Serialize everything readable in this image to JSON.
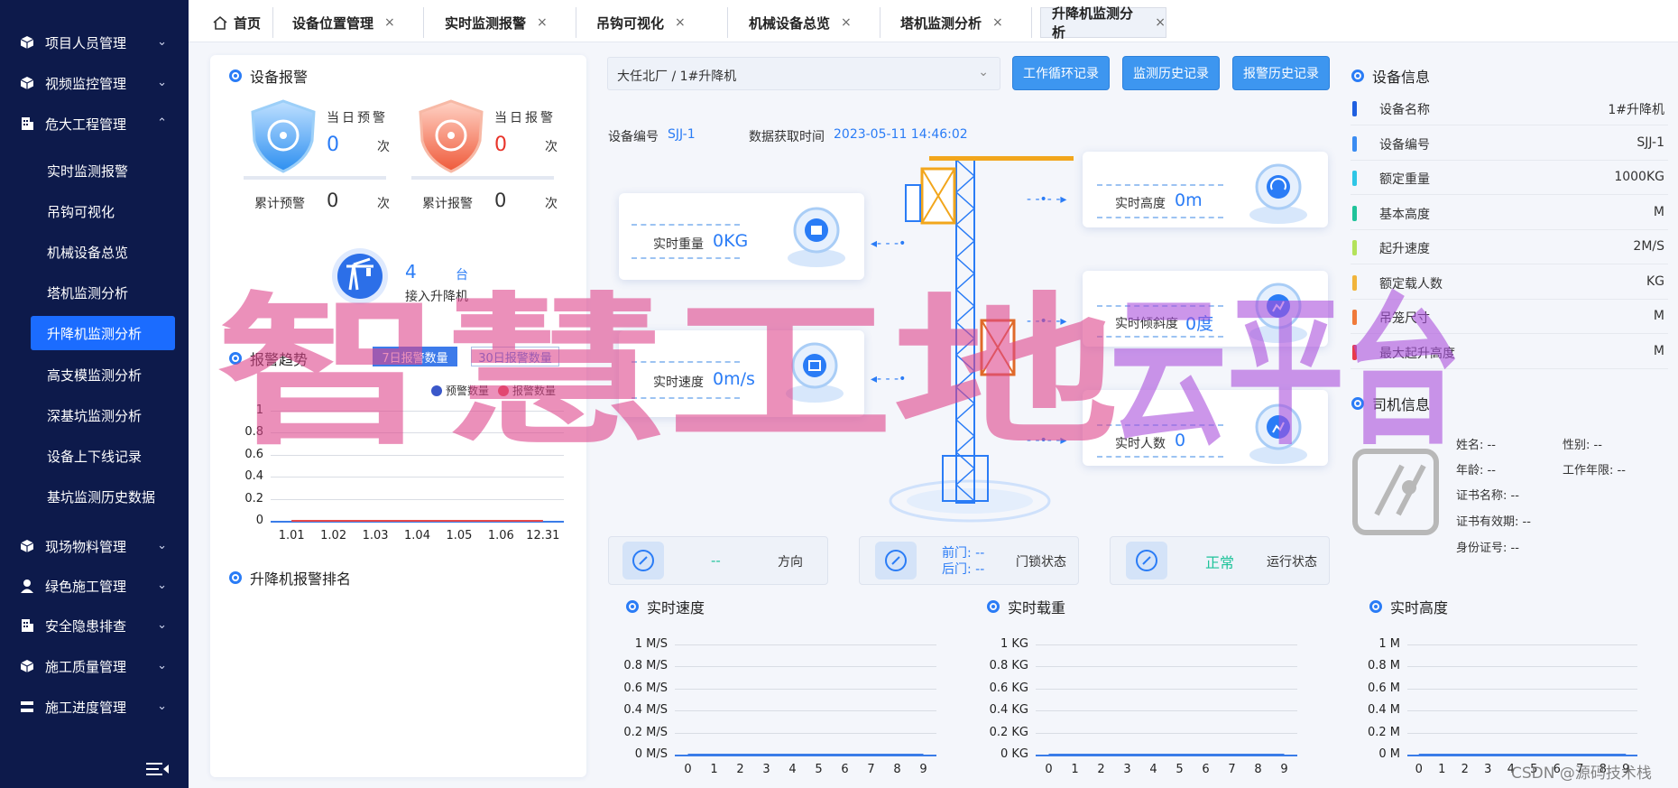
{
  "sidebar": {
    "groups": [
      {
        "label": "项目人员管理",
        "icon": "cube-icon",
        "chevron": "⌄"
      },
      {
        "label": "视频监控管理",
        "icon": "cube-icon",
        "chevron": "⌄"
      },
      {
        "label": "危大工程管理",
        "icon": "building-icon",
        "chevron": "⌃"
      },
      {
        "label": "现场物料管理",
        "icon": "cube-icon",
        "chevron": "⌄"
      },
      {
        "label": "绿色施工管理",
        "icon": "person-icon",
        "chevron": "⌄"
      },
      {
        "label": "安全隐患排查",
        "icon": "building-icon",
        "chevron": "⌄"
      },
      {
        "label": "施工质量管理",
        "icon": "cube-icon",
        "chevron": "⌄"
      },
      {
        "label": "施工进度管理",
        "icon": "list-icon",
        "chevron": "⌄"
      }
    ],
    "subitems": [
      "实时监测报警",
      "吊钩可视化",
      "机械设备总览",
      "塔机监测分析",
      "升降机监测分析",
      "高支模监测分析",
      "深基坑监测分析",
      "设备上下线记录",
      "基坑监测历史数据"
    ],
    "active_sub": "升降机监测分析",
    "collapse_icon": "menu-collapse-icon"
  },
  "tabs": [
    {
      "label": "首页",
      "closable": false,
      "icon": "home-icon"
    },
    {
      "label": "设备位置管理",
      "closable": true
    },
    {
      "label": "实时监测报警",
      "closable": true
    },
    {
      "label": "吊钩可视化",
      "closable": true
    },
    {
      "label": "机械设备总览",
      "closable": true
    },
    {
      "label": "塔机监测分析",
      "closable": true
    },
    {
      "label": "升降机监测分析",
      "closable": true
    }
  ],
  "tab_close": "×",
  "alarm": {
    "title": "设备报警",
    "today_warning_label": "当日预警",
    "today_warning_value": "0",
    "today_alarm_label": "当日报警",
    "today_alarm_value": "0",
    "total_warning_label": "累计预警",
    "total_warning_value": "0",
    "total_alarm_label": "累计报警",
    "total_alarm_value": "0",
    "unit": "次",
    "connected_value": "4",
    "connected_unit": "台",
    "connected_label": "接入升降机"
  },
  "trend": {
    "title": "报警趋势",
    "btn7": "7日报警数量",
    "btn30": "30日报警数量",
    "legend": [
      {
        "name": "预警数量",
        "color": "#3a57c9"
      },
      {
        "name": "报警数量",
        "color": "#e84a4a"
      }
    ]
  },
  "trend_chart": {
    "type": "line",
    "categories": [
      "1.01",
      "1.02",
      "1.03",
      "1.04",
      "1.05",
      "1.06",
      "12.31"
    ],
    "yticks": [
      "1",
      "0.8",
      "0.6",
      "0.4",
      "0.2",
      "0"
    ],
    "ylim": [
      0,
      1
    ],
    "series": [
      {
        "name": "预警数量",
        "values": [
          0,
          0,
          0,
          0,
          0,
          0,
          0
        ]
      },
      {
        "name": "报警数量",
        "values": [
          0,
          0,
          0,
          0,
          0,
          0,
          0
        ]
      }
    ]
  },
  "ranking": {
    "title": "升降机报警排名"
  },
  "device": {
    "select_value": "大任北厂 / 1#升降机",
    "btn_cycle": "工作循环记录",
    "btn_history": "监测历史记录",
    "btn_alarm": "报警历史记录",
    "code_label": "设备编号",
    "code_value": "SJJ-1",
    "time_label": "数据获取时间",
    "time_value": "2023-05-11 14:46:02",
    "weight_label": "实时重量",
    "weight_value": "0KG",
    "speed_label": "实时速度",
    "speed_value": "0m/s",
    "height_label": "实时高度",
    "height_value": "0m",
    "tilt_label": "实时倾斜度",
    "tilt_value": "0度",
    "people_label": "实时人数",
    "people_value": "0",
    "direction_value": "--",
    "direction_label": "方向",
    "front_door": "前门: --",
    "back_door": "后门: --",
    "door_label": "门锁状态",
    "run_value": "正常",
    "run_label": "运行状态"
  },
  "device_info": {
    "title": "设备信息",
    "rows": [
      {
        "label": "设备名称",
        "value": "1#升降机",
        "color": "#1f5fe0"
      },
      {
        "label": "设备编号",
        "value": "SJJ-1",
        "color": "#3a8cf2"
      },
      {
        "label": "额定重量",
        "value": "1000KG",
        "color": "#2ec6e6"
      },
      {
        "label": "基本高度",
        "value": "M",
        "color": "#1fc39a"
      },
      {
        "label": "起升速度",
        "value": "2M/S",
        "color": "#b4e25a"
      },
      {
        "label": "额定载人数",
        "value": "KG",
        "color": "#f1b43a"
      },
      {
        "label": "吊笼尺寸",
        "value": "M",
        "color": "#f07a3a"
      },
      {
        "label": "最大起升高度",
        "value": "M",
        "color": "#e83a4a"
      }
    ]
  },
  "driver": {
    "title": "司机信息",
    "name": "姓名: --",
    "gender": "性别: --",
    "age": "年龄: --",
    "years": "工作年限: --",
    "cert": "证书名称: --",
    "cert_valid": "证书有效期: --",
    "id": "身份证号: --"
  },
  "mini_charts": [
    {
      "title": "实时速度",
      "yticks": [
        "1 M/S",
        "0.8 M/S",
        "0.6 M/S",
        "0.4 M/S",
        "0.2 M/S",
        "0 M/S"
      ]
    },
    {
      "title": "实时载重",
      "yticks": [
        "1 KG",
        "0.8 KG",
        "0.6 KG",
        "0.4 KG",
        "0.2 KG",
        "0 KG"
      ]
    },
    {
      "title": "实时高度",
      "yticks": [
        "1 M",
        "0.8 M",
        "0.6 M",
        "0.4 M",
        "0.2 M",
        "0 M"
      ]
    }
  ],
  "chart_data": [
    {
      "type": "line",
      "title": "实时速度",
      "x": [
        0,
        1,
        2,
        3,
        4,
        5,
        6,
        7,
        8,
        9
      ],
      "ylim": [
        0,
        1
      ],
      "series": [
        {
          "values": [
            0,
            0,
            0,
            0,
            0,
            0,
            0,
            0,
            0,
            0
          ]
        }
      ]
    },
    {
      "type": "line",
      "title": "实时载重",
      "x": [
        0,
        1,
        2,
        3,
        4,
        5,
        6,
        7,
        8,
        9
      ],
      "ylim": [
        0,
        1
      ],
      "series": [
        {
          "values": [
            0,
            0,
            0,
            0,
            0,
            0,
            0,
            0,
            0,
            0
          ]
        }
      ]
    },
    {
      "type": "line",
      "title": "实时高度",
      "x": [
        0,
        1,
        2,
        3,
        4,
        5,
        6,
        7,
        8,
        9
      ],
      "ylim": [
        0,
        1
      ],
      "series": [
        {
          "values": [
            0,
            0,
            0,
            0,
            0,
            0,
            0,
            0,
            0,
            0
          ]
        }
      ]
    }
  ],
  "watermark": {
    "text": "智慧工地云平台",
    "credit": "CSDN @源码技术栈"
  }
}
